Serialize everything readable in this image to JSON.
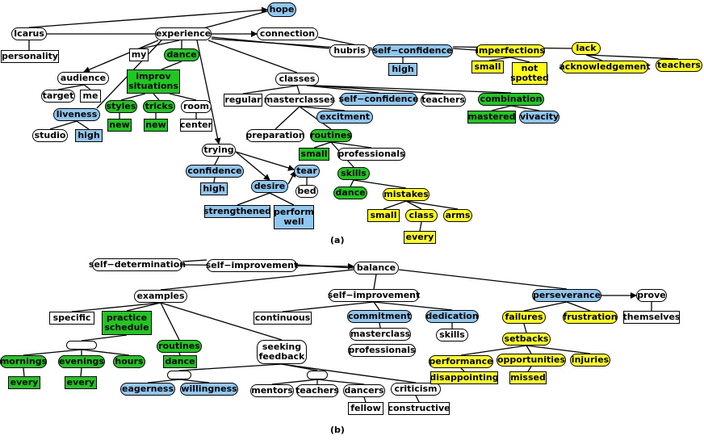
{
  "panels": {
    "a_label": "(a)",
    "b_label": "(b)"
  },
  "colors": {
    "white": "#ffffff",
    "blue": "#8ec8f0",
    "green": "#1ec81e",
    "yellow": "#ffff14"
  },
  "nodes": {
    "hope": "hope",
    "icarus": "Icarus",
    "personality": "personality",
    "experience": "experience",
    "connection": "connection",
    "hubris": "hubris",
    "selfconf1": "self−confidence",
    "high_sc": "high",
    "imperfections": "imperfections",
    "imp_small": "small",
    "not_spotted": "not\nspotted",
    "lack": "lack",
    "acknowledgement": "acknowledgement",
    "teachers_lack": "teachers",
    "audience": "audience",
    "target": "target",
    "me": "me",
    "my": "my",
    "dance1": "dance",
    "improv": "improv\nsituations",
    "liveness": "liveness",
    "studio": "studio",
    "high_live": "high",
    "styles": "styles",
    "new1": "new",
    "tricks": "tricks",
    "new2": "new",
    "room": "room",
    "center": "center",
    "classes": "classes",
    "regular": "regular",
    "masterclasses": "masterclasses",
    "selfconf2": "self−confidence",
    "teachers_cl": "teachers",
    "combination": "combination",
    "mastered": "mastered",
    "vivacity": "vivacity",
    "excitment": "excitment",
    "preparation": "preparation",
    "routines1": "routines",
    "small_rt": "small",
    "professionals1": "professionals",
    "skills1": "skills",
    "dance_sk": "dance",
    "mistakes": "mistakes",
    "small_mk": "small",
    "class": "class",
    "arms": "arms",
    "every_cl": "every",
    "trying": "trying",
    "confidence": "confidence",
    "high_conf": "high",
    "tear": "tear",
    "desire": "desire",
    "bed": "bed",
    "strengthened": "strengthened",
    "perform_well": "perform\nwell",
    "self_determination": "self−determination",
    "self_improvement_top": "self−improvement",
    "balance": "balance",
    "examples": "examples",
    "self_improvement2": "self−improvement",
    "perseverance": "perseverance",
    "prove": "prove",
    "themselves": "themselves",
    "specific": "specific",
    "practice_schedule": "practice\nschedule",
    "mornings": "mornings",
    "every_m": "every",
    "evenings": "evenings",
    "every_e": "every",
    "hours": "hours",
    "routines2": "routines",
    "dance_rt2": "dance",
    "seeking_feedback": "seeking\nfeedback",
    "eagerness": "eagerness",
    "willingness": "willingness",
    "mentors": "mentors",
    "teachers_b": "teachers",
    "dancers": "dancers",
    "fellow": "fellow",
    "criticism": "criticism",
    "constructive": "constructive",
    "continuous": "continuous",
    "commitment": "commitment",
    "masterclass": "masterclass",
    "professionals2": "professionals",
    "dedication": "dedication",
    "skills2": "skills",
    "failures": "failures",
    "frustration": "frustration",
    "setbacks": "setbacks",
    "performance": "performance",
    "disappointing": "disappointing",
    "opportunities": "opportunities",
    "missed": "missed",
    "injuries": "injuries"
  }
}
